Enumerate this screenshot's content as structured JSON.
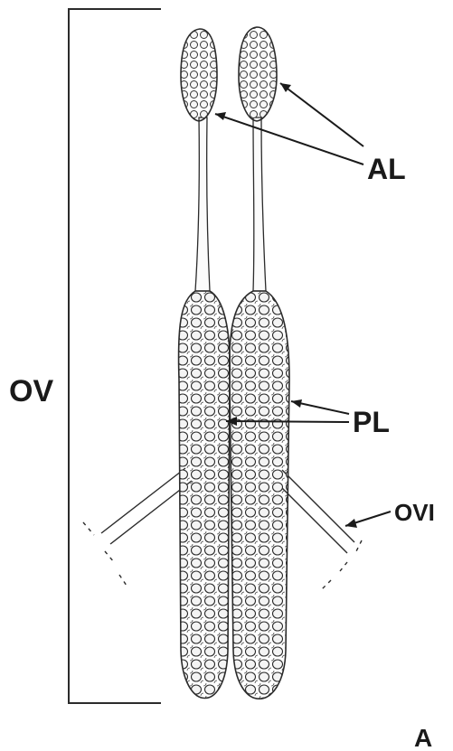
{
  "figure": {
    "panel_letter": "A",
    "labels": {
      "ovary": "OV",
      "anterior_lobe": "AL",
      "posterior_lobe": "PL",
      "oviduct": "OVI"
    }
  },
  "colors": {
    "ink": "#2b2b2b",
    "background": "#ffffff",
    "cell_fill": "#f4f4f4"
  }
}
